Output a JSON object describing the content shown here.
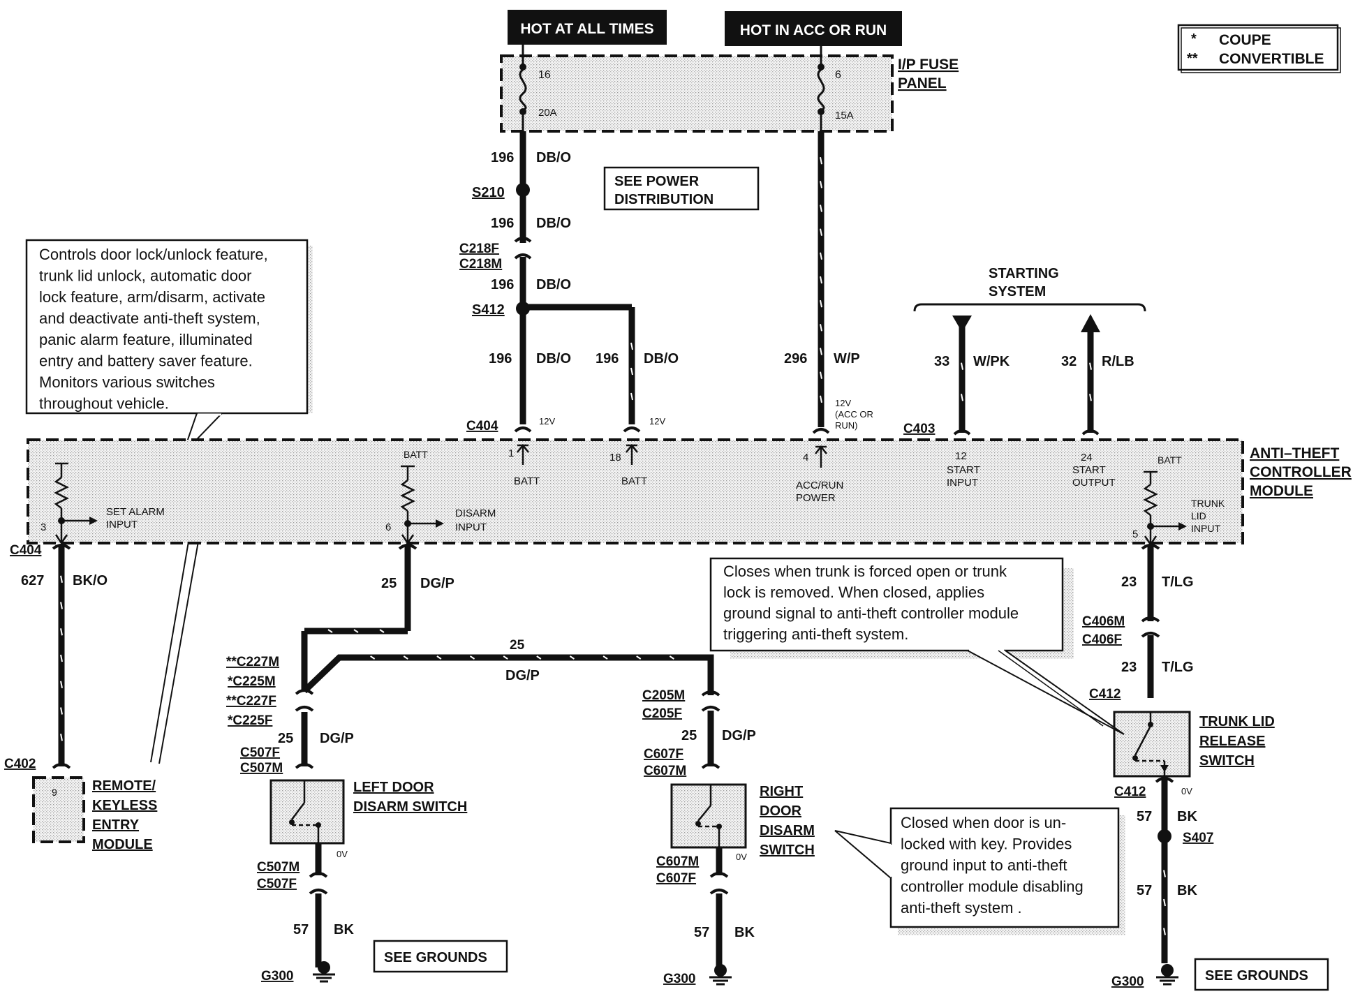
{
  "legend": {
    "coupe_mark": "*",
    "coupe": "COUPE",
    "conv_mark": "**",
    "convertible": "CONVERTIBLE"
  },
  "power": {
    "hot_all_times": "HOT AT ALL TIMES",
    "hot_acc_run": "HOT IN ACC OR RUN"
  },
  "fuse_panel": {
    "label_1": "I/P FUSE",
    "label_2": "PANEL",
    "fuse_a_num": "16",
    "fuse_a_amp": "20A",
    "fuse_b_num": "6",
    "fuse_b_amp": "15A"
  },
  "see_power": {
    "line1": "SEE POWER",
    "line2": "DISTRIBUTION"
  },
  "starting": {
    "line1": "STARTING",
    "line2": "SYSTEM"
  },
  "wires": {
    "w196a_num": "196",
    "w196a_col": "DB/O",
    "s210": "S210",
    "w196b_num": "196",
    "w196b_col": "DB/O",
    "c218f": "C218F",
    "c218m": "C218M",
    "w196c_num": "196",
    "w196c_col": "DB/O",
    "s412": "S412",
    "w196d_num": "196",
    "w196d_col": "DB/O",
    "w196e_num": "196",
    "w196e_col": "DB/O",
    "w296_num": "296",
    "w296_col": "W/P",
    "w33_num": "33",
    "w33_col": "W/PK",
    "w32_num": "32",
    "w32_col": "R/LB",
    "c404_top": "C404",
    "v12a": "12V",
    "v12b": "12V",
    "v12c_1": "12V",
    "v12c_2": "(ACC OR",
    "v12c_3": "RUN)",
    "c403": "C403"
  },
  "module": {
    "label_1": "ANTI–THEFT",
    "label_2": "CONTROLLER",
    "label_3": "MODULE",
    "pin1": "1",
    "pin1_lbl": "BATT",
    "pin18": "18",
    "pin18_lbl": "BATT",
    "pin4": "4",
    "pin4_lbl1": "ACC/RUN",
    "pin4_lbl2": "POWER",
    "pin12": "12",
    "pin12_lbl1": "START",
    "pin12_lbl2": "INPUT",
    "pin24": "24",
    "pin24_lbl1": "START",
    "pin24_lbl2": "OUTPUT",
    "pin3": "3",
    "set_alarm_1": "SET ALARM",
    "set_alarm_2": "INPUT",
    "pin6": "6",
    "batt_6": "BATT",
    "disarm_1": "DISARM",
    "disarm_2": "INPUT",
    "pin5": "5",
    "batt_5": "BATT",
    "trunk_1": "TRUNK",
    "trunk_2": "LID",
    "trunk_3": "INPUT"
  },
  "notes": {
    "module_note": [
      "Controls door lock/unlock feature,",
      "trunk lid unlock, automatic door",
      "lock feature, arm/disarm, activate",
      "and deactivate anti-theft system,",
      "panic alarm feature, illuminated",
      "entry and battery saver feature.",
      "Monitors various switches",
      "throughout vehicle."
    ],
    "trunk_note": [
      "Closes when trunk is forced open or trunk",
      "lock is removed. When closed, applies",
      "ground signal to anti-theft controller module",
      "triggering anti-theft system."
    ],
    "door_note": [
      "Closed when door is un-",
      "locked with key. Provides",
      "ground input to anti-theft",
      "controller module disabling",
      "anti-theft system ."
    ]
  },
  "left": {
    "c404": "C404",
    "w627_num": "627",
    "w627_col": "BK/O",
    "c402": "C402",
    "pin9": "9",
    "remote_1": "REMOTE/",
    "remote_2": "KEYLESS",
    "remote_3": "ENTRY",
    "remote_4": "MODULE"
  },
  "disarm": {
    "w25_num": "25",
    "w25_col": "DG/P",
    "w25b_num": "25",
    "w25b_col": "DG/P",
    "c227m": "**C227M",
    "c225m": "*C225M",
    "c227f": "**C227F",
    "c225f": "*C225F",
    "w25c_num": "25",
    "w25c_col": "DG/P",
    "c507f": "C507F",
    "c507m": "C507M",
    "ld_1": "LEFT DOOR",
    "ld_2": "DISARM SWITCH",
    "ov_l": "0V",
    "c507m_b": "C507M",
    "c507f_b": "C507F",
    "w57l_num": "57",
    "w57l_col": "BK",
    "g300_l": "G300",
    "see_grounds_l": "SEE GROUNDS",
    "c205m": "C205M",
    "c205f": "C205F",
    "w25d_num": "25",
    "w25d_col": "DG/P",
    "c607f": "C607F",
    "c607m": "C607M",
    "rd_1": "RIGHT",
    "rd_2": "DOOR",
    "rd_3": "DISARM",
    "rd_4": "SWITCH",
    "ov_r": "0V",
    "c607m_b": "C607M",
    "c607f_b": "C607F",
    "w57r_num": "57",
    "w57r_col": "BK",
    "g300_r": "G300"
  },
  "trunk": {
    "w23a_num": "23",
    "w23a_col": "T/LG",
    "c406m": "C406M",
    "c406f": "C406F",
    "w23b_num": "23",
    "w23b_col": "T/LG",
    "c412_top": "C412",
    "tl_1": "TRUNK LID",
    "tl_2": "RELEASE",
    "tl_3": "SWITCH",
    "c412_bot": "C412",
    "ov": "0V",
    "w57a_num": "57",
    "w57a_col": "BK",
    "s407": "S407",
    "w57b_num": "57",
    "w57b_col": "BK",
    "g300": "G300",
    "see_grounds": "SEE GROUNDS"
  }
}
